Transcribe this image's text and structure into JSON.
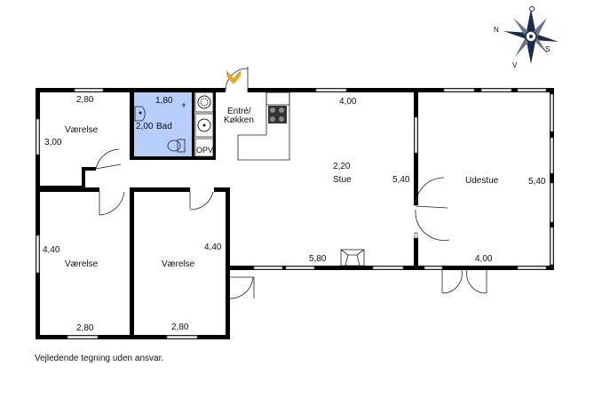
{
  "compass": {
    "n": "N",
    "s": "S",
    "v": "V"
  },
  "rooms": {
    "vaerelse_top": "Værelse",
    "bad": "Bad",
    "entre": "Entré/",
    "kokken": "Køkken",
    "opv": "OPV",
    "stue_num": "2,20",
    "stue": "Stue",
    "udestue": "Udestue",
    "vaerelse_bl": "Værelse",
    "vaerelse_bm": "Værelse"
  },
  "dims": {
    "d1": "2,80",
    "d2": "1,80",
    "d3": "4,00",
    "d4": "3,00",
    "d5": "2,00",
    "d6": "5,40",
    "d7": "5,40",
    "d8": "4,40",
    "d9": "4,40",
    "d10": "5,80",
    "d11": "4,00",
    "d12": "2,80",
    "d13": "2,80"
  },
  "disclaimer": "Vejledende tegning uden ansvar.",
  "colors": {
    "bathroom": "#b7cdfa",
    "entrance_marker": "#f4a21b",
    "walls": "#000000"
  }
}
